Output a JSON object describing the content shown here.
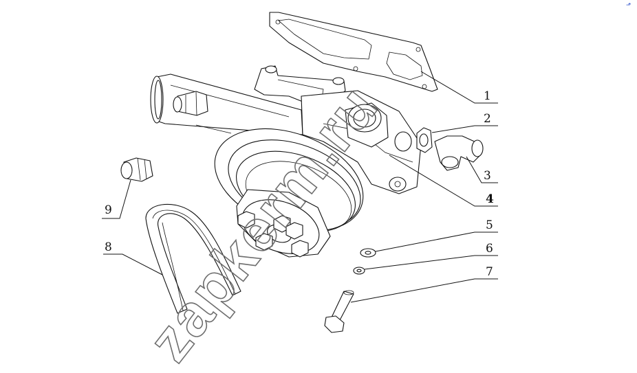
{
  "callouts": [
    {
      "id": "1",
      "label": "1"
    },
    {
      "id": "2",
      "label": "2"
    },
    {
      "id": "3",
      "label": "3"
    },
    {
      "id": "4",
      "label": "4"
    },
    {
      "id": "5",
      "label": "5"
    },
    {
      "id": "6",
      "label": "6"
    },
    {
      "id": "7",
      "label": "7"
    },
    {
      "id": "8",
      "label": "8"
    },
    {
      "id": "9",
      "label": "9"
    }
  ],
  "watermark": "zapkerm.ru",
  "corner_mark": "⬏",
  "colors": {
    "line": "#111111",
    "watermark": "#6e6e6e",
    "background": "#ffffff"
  }
}
